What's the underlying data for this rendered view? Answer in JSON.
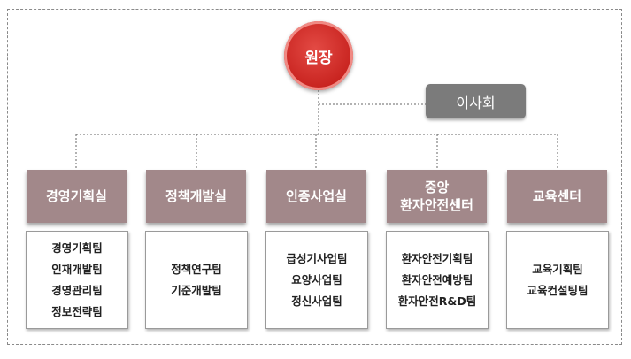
{
  "director": "원장",
  "board": "이사회",
  "departments": [
    {
      "name_lines": [
        "경영기획실"
      ],
      "teams": [
        "경영기획팀",
        "인재개발팀",
        "경영관리팀",
        "정보전략팀"
      ]
    },
    {
      "name_lines": [
        "정책개발실"
      ],
      "teams": [
        "정책연구팀",
        "기준개발팀"
      ]
    },
    {
      "name_lines": [
        "인증사업실"
      ],
      "teams": [
        "급성기사업팀",
        "요양사업팀",
        "정신사업팀"
      ]
    },
    {
      "name_lines": [
        "중앙",
        "환자안전센터"
      ],
      "teams": [
        "환자안전기획팀",
        "환자안전예방팀",
        "환자안전R&D팀"
      ]
    },
    {
      "name_lines": [
        "교육센터"
      ],
      "teams": [
        "교육기획팀",
        "교육컨설팅팀"
      ]
    }
  ]
}
